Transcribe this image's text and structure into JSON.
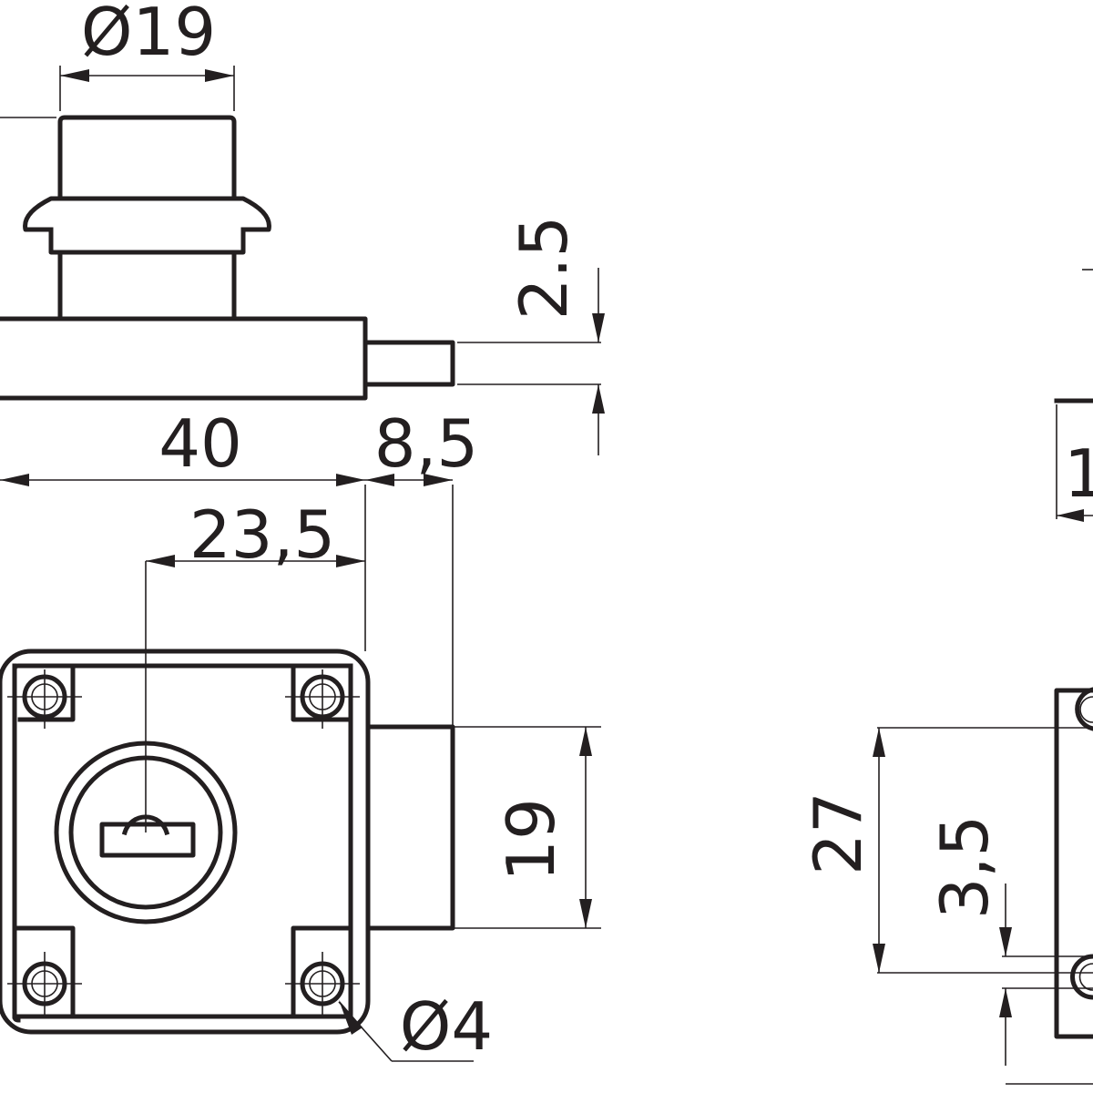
{
  "diagram": {
    "dimensions": {
      "knob_diameter": "Ø19",
      "bolt_throw": "2.5",
      "body_width": "40",
      "bolt_length": "8,5",
      "cylinder_offset": "23,5",
      "bolt_height": "19",
      "hole_diameter": "Ø4",
      "hole_spacing": "27",
      "plate_offset": "3,5",
      "cut_off_label": "1"
    }
  }
}
